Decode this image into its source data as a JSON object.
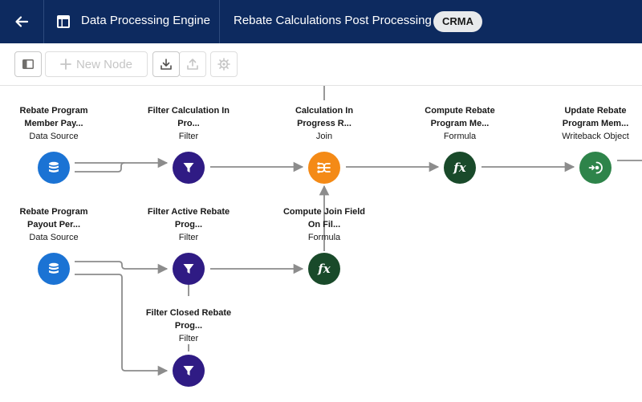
{
  "header": {
    "app_title": "Data Processing Engine",
    "recipe_title": "Rebate Calculations Post Processing",
    "badge": "CRMA",
    "icons": {
      "back": "arrow-left-icon",
      "app": "layout-icon"
    }
  },
  "toolbar": {
    "new_node_label": "New Node",
    "icons": [
      "panel-toggle-icon",
      "plus-icon",
      "download-icon",
      "upload-icon",
      "settings-gear-icon"
    ]
  },
  "nodes": [
    {
      "id": "ds1",
      "name_line1": "Rebate Program",
      "name_line2": "Member Pay...",
      "type": "Data Source",
      "icon": "database-icon"
    },
    {
      "id": "f1",
      "name_line1": "Filter Calculation In",
      "name_line2": "Pro...",
      "type": "Filter",
      "icon": "filter-icon"
    },
    {
      "id": "join",
      "name_line1": "Calculation In",
      "name_line2": "Progress R...",
      "type": "Join",
      "icon": "join-icon"
    },
    {
      "id": "fx1",
      "name_line1": "Compute Rebate",
      "name_line2": "Program Me...",
      "type": "Formula",
      "icon": "formula-icon"
    },
    {
      "id": "wb",
      "name_line1": "Update Rebate",
      "name_line2": "Program Mem...",
      "type": "Writeback Object",
      "icon": "writeback-icon"
    },
    {
      "id": "ds2",
      "name_line1": "Rebate Program",
      "name_line2": "Payout Per...",
      "type": "Data Source",
      "icon": "database-icon"
    },
    {
      "id": "f2",
      "name_line1": "Filter Active Rebate",
      "name_line2": "Prog...",
      "type": "Filter",
      "icon": "filter-icon"
    },
    {
      "id": "fx2",
      "name_line1": "Compute Join Field",
      "name_line2": "On Fil...",
      "type": "Formula",
      "icon": "formula-icon"
    },
    {
      "id": "f3",
      "name_line1": "Filter Closed Rebate",
      "name_line2": "Prog...",
      "type": "Filter",
      "icon": "filter-icon"
    }
  ],
  "colors": {
    "header_bg": "#0d2a5f",
    "data_source": "#1b73d4",
    "filter": "#2f1b84",
    "join": "#f48a16",
    "formula": "#194a2a",
    "writeback": "#2e844a",
    "connector": "#8c8c8c"
  }
}
